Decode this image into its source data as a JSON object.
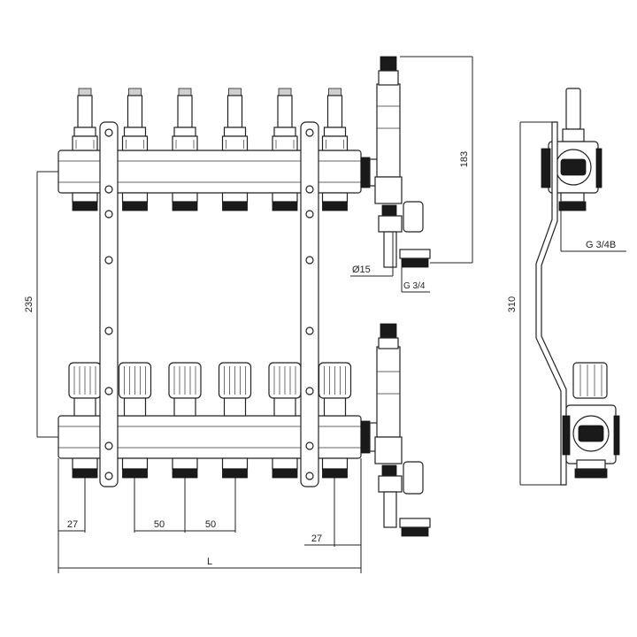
{
  "dimensions": {
    "height_between_bars": "235",
    "vent_height": "183",
    "side_total": "310",
    "outlet_pitch_1": "50",
    "outlet_pitch_2": "50",
    "left_offset": "27",
    "right_offset": "27",
    "total_length": "L",
    "drain_pipe": "Ø15",
    "drain_thread": "G 3/4",
    "inlet_thread": "G 3/4B"
  },
  "outlets_per_bar": 6
}
